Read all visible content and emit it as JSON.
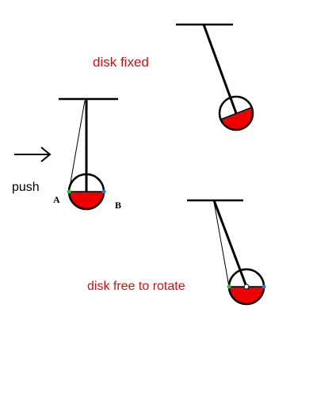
{
  "labels": {
    "disk_fixed": "disk fixed",
    "push": "push",
    "point_a": "A",
    "point_b": "B",
    "disk_free": "disk free to rotate"
  },
  "colors": {
    "caption": "#cc1111",
    "disk_fill": "#ee0000",
    "stroke": "#000000",
    "point_a": "#22cc22",
    "point_b": "#2277ee"
  }
}
